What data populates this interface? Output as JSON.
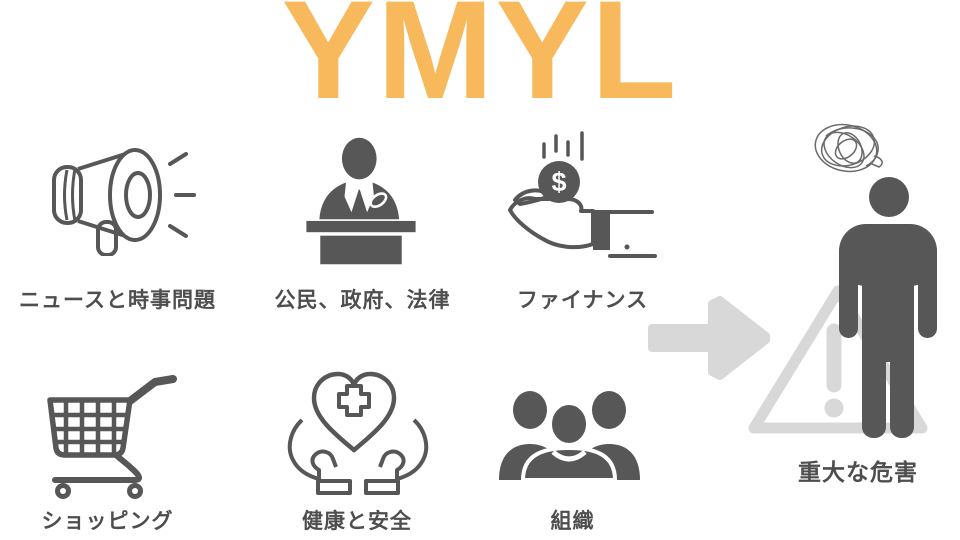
{
  "title": "YMYL",
  "colors": {
    "accent_orange": "#F7B95C",
    "icon_dark_gray": "#575757",
    "label_text": "#4E4E4E",
    "light_gray": "#D8D8D8",
    "scribble_gray": "#6A6A6A"
  },
  "categories": [
    {
      "label": "ニュースと時事問題",
      "icon": "megaphone-icon"
    },
    {
      "label": "公民、政府、法律",
      "icon": "podium-speaker-icon"
    },
    {
      "label": "ファイナンス",
      "icon": "money-hand-icon"
    },
    {
      "label": "ショッピング",
      "icon": "shopping-cart-icon"
    },
    {
      "label": "健康と安全",
      "icon": "heart-cross-hands-icon"
    },
    {
      "label": "組織",
      "icon": "people-group-icon"
    }
  ],
  "icons": {
    "coin_symbol": "$"
  },
  "flow": {
    "arrow": "arrow-right-icon"
  },
  "outcome": {
    "label": "重大な危害",
    "icons": [
      "confused-scribble-icon",
      "person-silhouette-icon",
      "warning-triangle-icon"
    ]
  }
}
